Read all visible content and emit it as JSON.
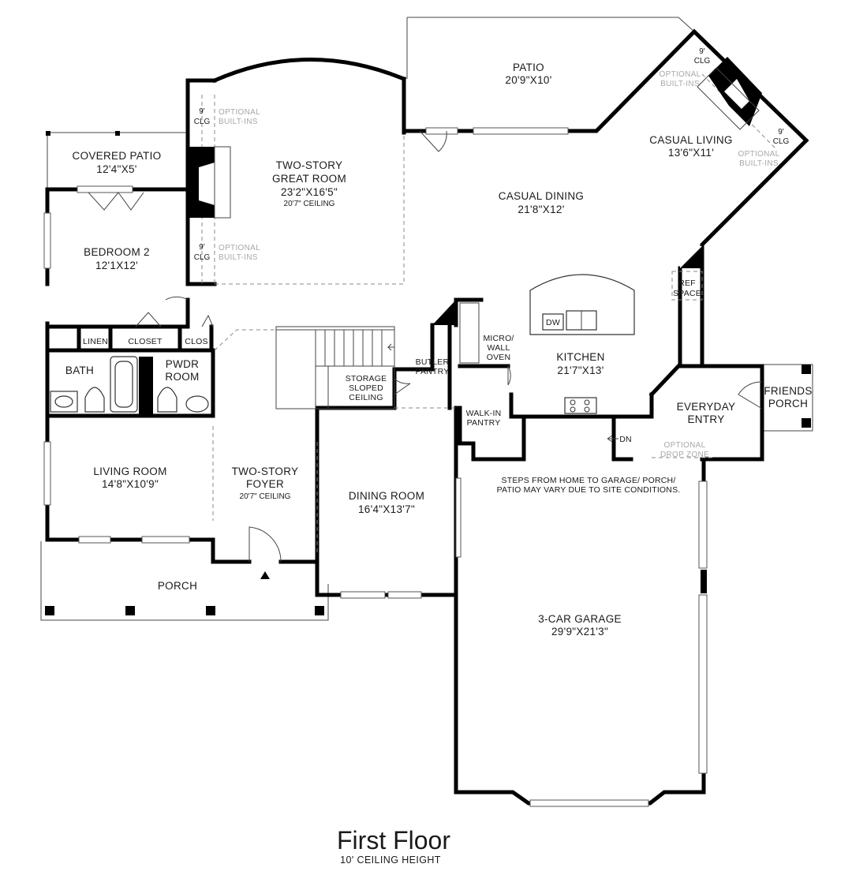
{
  "title": "First Floor",
  "subtitle": "10' CEILING HEIGHT",
  "rooms": {
    "patio": {
      "name": "PATIO",
      "dim": "20'9\"X10'"
    },
    "casual_living": {
      "name": "CASUAL LIVING",
      "dim": "13'6\"X11'"
    },
    "casual_dining": {
      "name": "CASUAL DINING",
      "dim": "21'8\"X12'"
    },
    "great_room": {
      "name1": "TWO-STORY",
      "name2": "GREAT ROOM",
      "dim": "23'2\"X16'5\"",
      "ceiling": "20'7\" CEILING"
    },
    "covered_patio": {
      "name": "COVERED PATIO",
      "dim": "12'4\"X5'"
    },
    "bedroom2": {
      "name": "BEDROOM 2",
      "dim": "12'1X12'"
    },
    "linen": "LINEN",
    "closet": "CLOSET",
    "clos": "CLOS",
    "bath": "BATH",
    "powder": {
      "line1": "PWDR",
      "line2": "ROOM"
    },
    "storage": {
      "line1": "STORAGE",
      "line2": "SLOPED",
      "line3": "CEILING"
    },
    "butler": {
      "line1": "BUTLER",
      "line2": "PANTRY"
    },
    "micro": {
      "line1": "MICRO/",
      "line2": "WALL",
      "line3": "OVEN"
    },
    "kitchen": {
      "name": "KITCHEN",
      "dim": "21'7\"X13'"
    },
    "dw": "DW",
    "ref": {
      "line1": "REF",
      "line2": "SPACE"
    },
    "everyday_entry": {
      "line1": "EVERYDAY",
      "line2": "ENTRY"
    },
    "friends_porch": {
      "line1": "FRIENDS",
      "line2": "PORCH"
    },
    "walkin_pantry": {
      "line1": "WALK-IN",
      "line2": "PANTRY"
    },
    "dn": "DN",
    "drop_zone": {
      "line1": "OPTIONAL",
      "line2": "DROP ZONE"
    },
    "living_room": {
      "name": "LIVING ROOM",
      "dim": "14'8\"X10'9\""
    },
    "foyer": {
      "name1": "TWO-STORY",
      "name2": "FOYER",
      "ceiling": "20'7\" CEILING"
    },
    "dining_room": {
      "name": "DINING ROOM",
      "dim": "16'4\"X13'7\""
    },
    "porch": "PORCH",
    "garage": {
      "name": "3-CAR GARAGE",
      "dim": "29'9\"X21'3\""
    },
    "steps_note": {
      "line1": "STEPS FROM HOME TO GARAGE/ PORCH/",
      "line2": "PATIO MAY VARY DUE TO SITE CONDITIONS."
    }
  },
  "notes": {
    "clg_9": "9'",
    "clg": "CLG",
    "optional": "OPTIONAL",
    "built_ins": "BUILT-INS"
  }
}
